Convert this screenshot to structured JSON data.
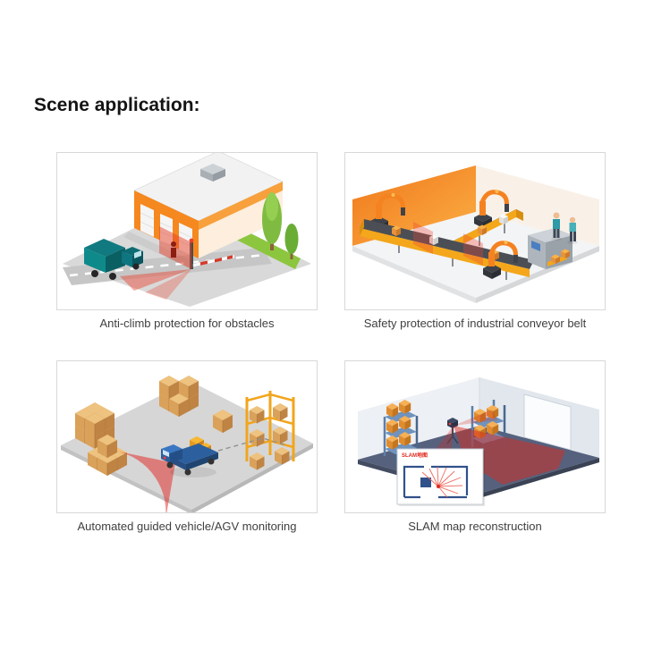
{
  "page": {
    "heading": "Scene application:"
  },
  "scenes": [
    {
      "id": "anti-climb-protection",
      "caption": "Anti-climb protection for obstacles"
    },
    {
      "id": "conveyor-belt-safety",
      "caption": "Safety protection of industrial conveyor belt"
    },
    {
      "id": "agv-monitoring",
      "caption": "Automated guided vehicle/AGV monitoring"
    },
    {
      "id": "slam-map-reconstruction",
      "caption": "SLAM map reconstruction",
      "inset_label": "SLAM地图"
    }
  ],
  "colors": {
    "laser_red": "#e8412c",
    "brand_orange": "#f5881f",
    "conveyor_yellow": "#f4a71b",
    "tree_green": "#8cc63f",
    "truck_teal": "#117a80",
    "agv_blue": "#2c5f9e",
    "floor_gray": "#d6d6d6",
    "slam_floor_blue": "#55617d",
    "box_border": "#d8d8d8",
    "heading_text": "#141414",
    "caption_text": "#3f3f3f"
  }
}
